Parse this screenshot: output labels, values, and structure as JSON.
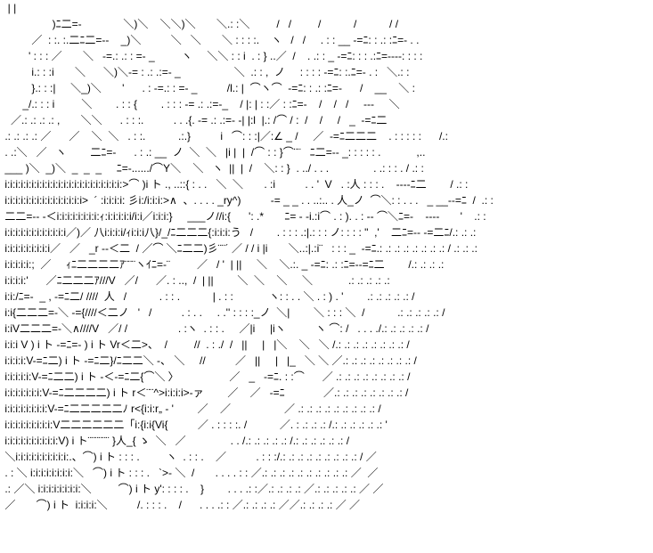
{
  "art_lines": [
    "  | |",
    "                 )ﾆ二=-              ＼)＼    ＼＼)＼       ＼.: :＼         /   /         /           /           / /",
    "          ／  : :. :.二ﾆ二=--    _)＼          ＼   ＼       ＼ : : : :.    ヽ   /   /     . : : __ -=ﾆ: : .: :ﾆ=- . .",
    "         ' : : : ／       ＼   -=.: .: : =- _         ヽ     ＼＼ : : i  . : } ..／  /    . .: : _ -=ﾆ: : : .:ﾆ=----: : : :",
    "          i.: : :i       ＼      ＼)＼-= : .: .:=- _                  ＼  .: : ,  ノ     : : : : -=ﾆ: :.ﾆ=- . :   ＼.: :",
    "          }.: : :|     ＼_)＼       '      . : -=.: : =- _          /l.: |  ⌒ヽ⌒  -=ﾆ: : .: :ﾆ=-      /    __    ＼ :",
    "       _/.: : : i         ＼        . : : {        . : : : -= .: .:=-_    / |: | : :／ : :ﾆ=-    /    /   /     ---     ＼",
    "   ／.: .: .: .: ,       ＼＼      . : : :.          . . .{. -= .: .:=- -| |:l  |.: /⌒ / :  /    /     /   _  -=ﾆ二",
    " .: .: .: .: ／      ／    ＼  ＼   . : :.           .:.}          i   ⌒: : :|／:∠ _ /     ／  -=ﾆ二二二    . : : : : :      /.:",
    " . .:＼   ／   ヽ        二ﾆ=-      . : .: __  ノ  ＼  ＼   |i |  |  /⌒ : : }⌒¨¨   ﾆ二=-- _: : : : : .            ,..",
    " ___ )＼  _)＼  _  _  _     ﾆ=-....../⌒Y＼    ＼   ヽ  ||  |  /    ＼: : }  . ../ . . .               . .: : : . / .: :",
    " i:i:i:i:i:i:i:i:i:i:i:i:i:i:i:i:i:i:i:i:i:i:>⌒ )i ト ., ..::{ : . .   ＼  ＼       . :i          . . '  V   . :人 : : : .    ----ﾆ二        / .: :",
    " i:i:i:i:i:i:i:i:i:i:i:i:i:i:i>  ´ :i:i:i:i: 彡i:/i:i:i:>∧  、. . . . _ry^)          -= _ _ . . ..:.. . 人_ノ  ⌒＼: : . . .   _ __--=ﾆ  /  .: :",
    " 二二=-- -＜i:i:i:i:i:i:i:i:ｨ:i:i:i:i:i/i:i／i:i:i:}     ___ノ//i:{      ': .*       ﾆ= - -i.:i⌒ . : ). . : -- ⌒＼ﾆ=-    ----       '    .: :",
    " i:i:i:i:i:i:i:i:i:i:i:i／)／ 八i:i:i:i/ｨi:i:i八}/_/ﾆ二二二{:i:i:i:う   /        . : : : .:|.: : : ノ: : : : \"  ,'    二ﾆ=-- -=二ﾆ/.: .: .:",
    " i:i:i:i:i:i:i:i:i／   ／   _r --＜二  / ／⌒ ＼ﾆ二二)彡¨¨´ ／ / / i |i       ＼..:|.:i¨   : : : _  -=ﾆ.: .: .: .: .: .: .: .: / .: .: .:",
    " i:i:i:i:i:;  ／     ｨﾆ二二二二ｱ¨¨¨ヽｲﾆ=-¨         ／   / '  | ||     ＼    ＼.:. _ -=ﾆ: .: :ﾆ=--=ﾆ二        /.: .: .: .:",
    " i:i:i:i:'      ／ﾆ二二二ｱ///V   ／/      ／. : ..,  /  | ||        ＼  ＼    ＼     ＼            .: .: .: .: .:",
    " i:i:/ﾆ=-  _ , -=ﾆ二/ ////  人   /           . : : .           | . : :            ヽ: : . . ＼ . : ) . '        .: .: .: .: .: /",
    " i:i{二二二=-＼ -={////＜二ノ   '   /          . : . .     . .'' : : : :_ノ  ＼|        ＼ : : : ＼  /           .: .: .: .: .: /",
    " i:iV二二二=-＼∧////V   ／/ /                 . :ヽ  . : : .     ／|i     |iヽ          ヽ ⌒: /   . . . ./.: .: .: .: .: /",
    " i:i:i V ) i ト -=ﾆ=- ) i ト Vr＜二>、  /         //  . : ./  /   ||     |   |＼    ＼   ＼ /.: .: .: .: .: .: .: .: /",
    " i:i:i:i:V-=ﾆ二) i ト -=ﾆ二}/ﾆ二二＼ -、 ＼     //          ／   ||     |   |_   ＼ ＼ ／.: .: .: .: .: .: .: .: /",
    " i:i:i:i:i:V-=ﾆ二二) i ト -＜-=ﾆ二{⌒＼ 〉                 ／   _   -=ﾆ. : :⌒      ／ .: .: .: .: .: .: .: .: /",
    " i:i:i:i:i:i:i:V-=ﾆ二二二二) i ト r＜¨¨^>i:i:i:i>-ァ        ／    ／   -=ﾆ             ／.: .: .: .: .: .: .: .: /",
    " i:i:i:i:i:i:i:i:V-=ﾆ二二二二二ﾉ r<{i:i:r„ - '        ／    ／                  ／ .: .: .: .: .: .: .: .: .: /",
    " i:i:i:i:i:i:i:i:i:V二二二二二二「i:{i:i{Vi{          ／ . : : : :. /           ／. : .: .: .: /.: .: .: .: .: .: '",
    " i:i:i:i:i:i:i:i:i:i:V) i ト¨¨¨¨¨¨ }人_{ ゝ  ＼   ／               . . /.: .: .: .: .: /.: .: .: .: .: .: /",
    " ＼i:i:i:i:i:i:i:i:i:i:.、⌒) i ト : : : .         ヽ  . : : .    ／          . : : :/.: .: .: .: .: .: .: .: .: / ／",
    " . : ＼ i:i:i:i:i:i:i:i:＼   ⌒) i ト : : : .   `>- ＼  /       . . . . : : ／.: .: .: .: .: .: .: .: .: .: ／  ／",
    " .: ／＼ i:i:i:i:i:i:i:i:＼         ⌒) i ト y': : : : .    }        . . . .: :／.: .: .: .: ／.: .: .: .: .: ／ ／",
    " ／       ⌒) i ト  i:i:i:i:＼          /. : : : .    /      . . . .: : ／.: .: .: .: ／／.: .: .: .: ／ ／"
  ]
}
